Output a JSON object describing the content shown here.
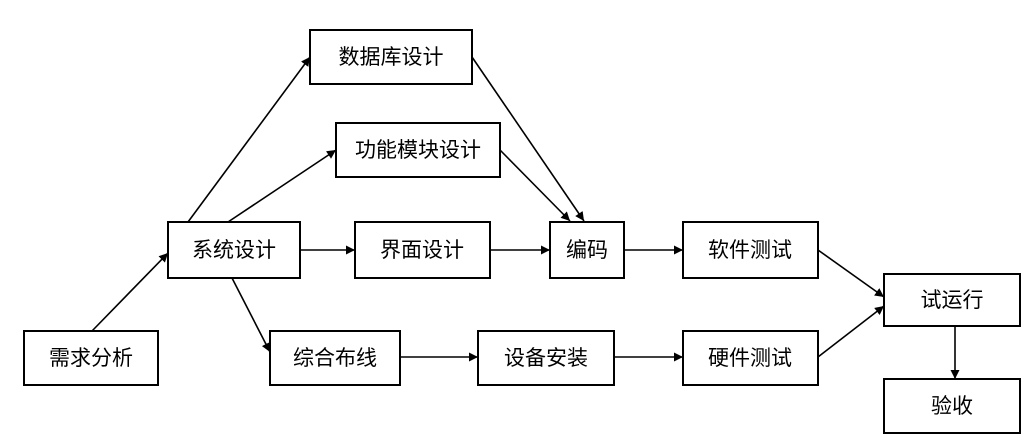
{
  "nodes": {
    "xuqiu": "需求分析",
    "xitong": "系统设计",
    "shujuku": "数据库设计",
    "gongneng": "功能模块设计",
    "jiemian": "界面设计",
    "zonghe": "综合布线",
    "shebei": "设备安装",
    "bianma": "编码",
    "ruanjian": "软件测试",
    "yingjian": "硬件测试",
    "shiyunxing": "试运行",
    "yanshou": "验收"
  },
  "colors": {
    "stroke": "#000000",
    "fill": "#ffffff"
  }
}
